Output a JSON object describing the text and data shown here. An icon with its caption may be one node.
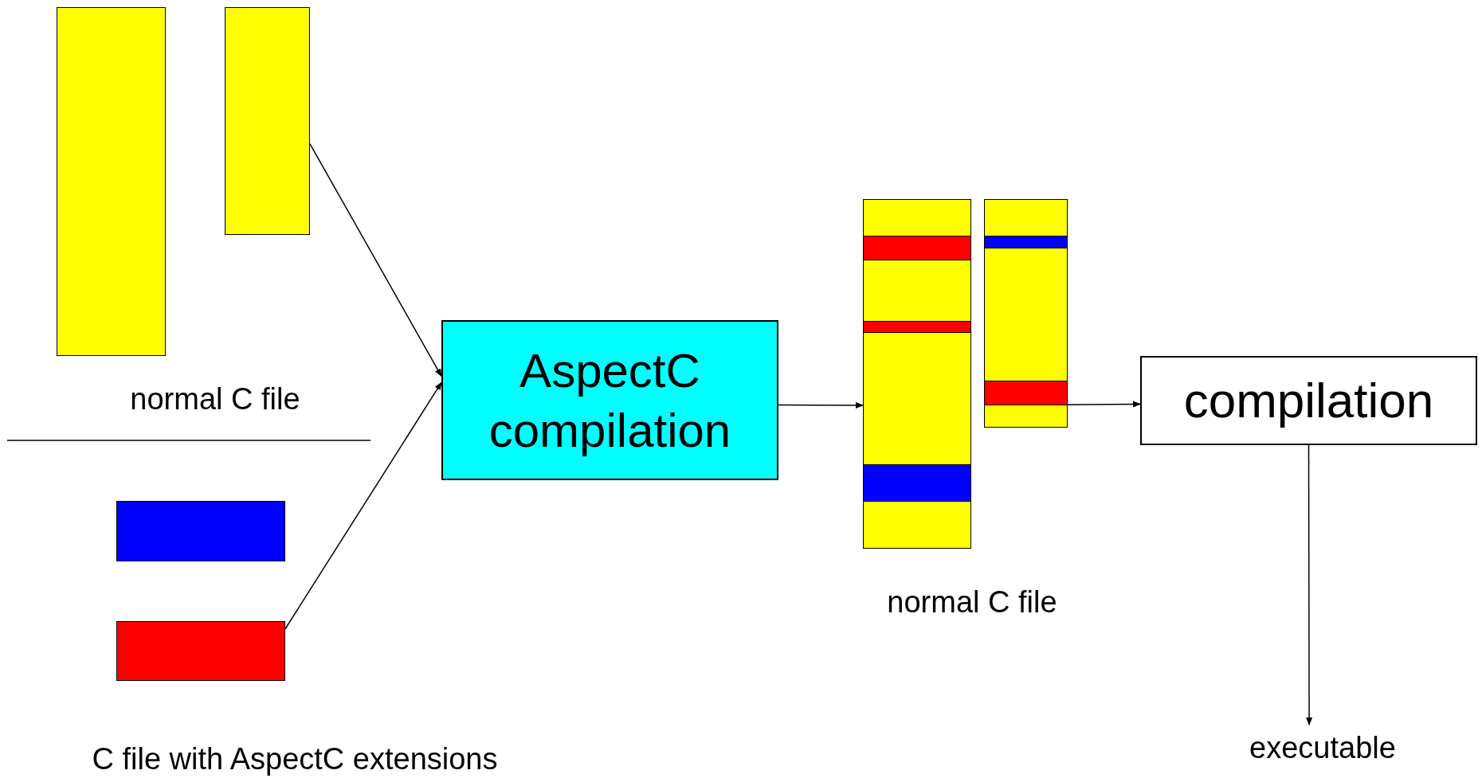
{
  "diagram": {
    "nodes": [
      {
        "text": [],
        "shape": "bar"
      },
      {
        "text": [],
        "shape": "bar"
      },
      {
        "text": [],
        "shape": "bar"
      },
      {
        "text": [],
        "shape": "bar"
      },
      {
        "text": [
          "AspectC compilation"
        ]
      },
      {
        "text": [],
        "shape": "bar"
      },
      {
        "text": [],
        "shape": "bar"
      },
      {
        "text": [
          "compilation"
        ]
      },
      {
        "text": [
          "executable"
        ]
      }
    ],
    "edges": [
      {
        "from": 1,
        "to": 4,
        "arrow": "to"
      },
      {
        "from": 3,
        "to": 4,
        "arrow": "to"
      },
      {
        "from": 4,
        "to": 5,
        "arrow": "to"
      },
      {
        "from": 6,
        "to": 7,
        "arrow": "to"
      },
      {
        "from": 7,
        "to": 8,
        "arrow": "to"
      }
    ],
    "labels": [
      "normal C file",
      "C file with AspectC extensions",
      "normal C file"
    ]
  }
}
